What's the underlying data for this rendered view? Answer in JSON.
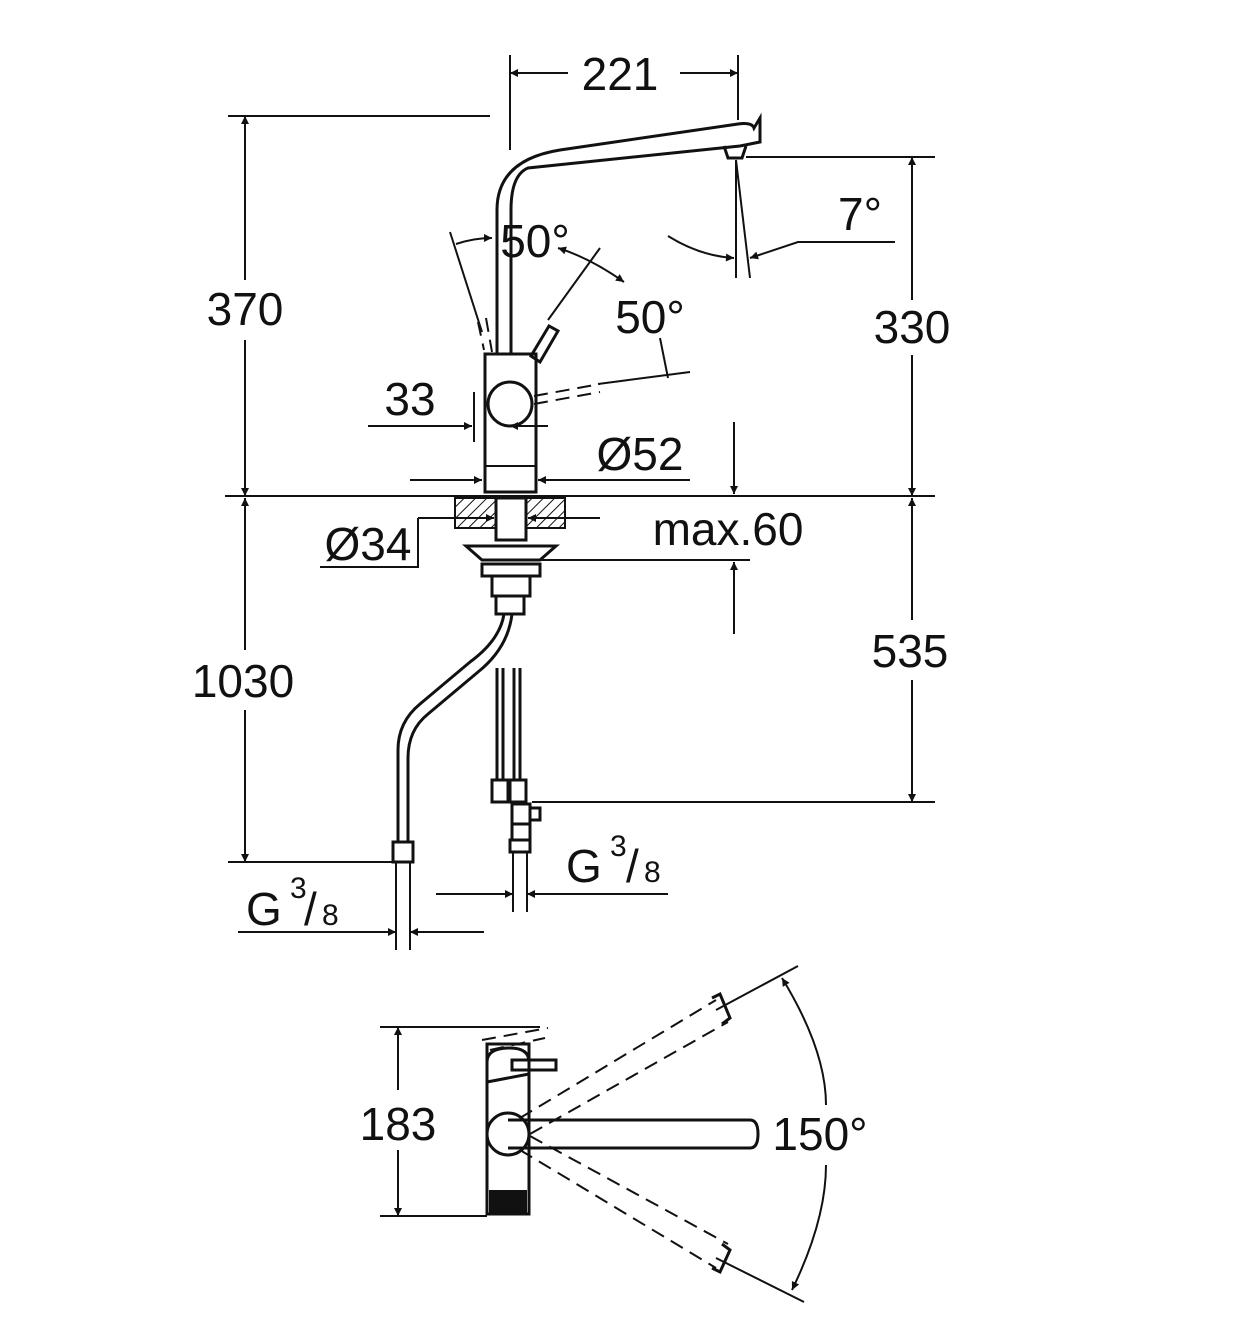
{
  "dimensions": {
    "spout_reach": "221",
    "total_height_above_deck": "370",
    "spout_height": "330",
    "spout_tilt_angle": "7°",
    "lever_angle_left": "50°",
    "lever_angle_right": "50°",
    "lever_offset": "33",
    "body_diameter": "Ø52",
    "shank_diameter": "Ø34",
    "max_deck_thickness": "max.60",
    "hose_length": "1030",
    "below_deck_length": "535",
    "thread_left_main": "G",
    "thread_left_num": "3",
    "thread_left_den": "8",
    "thread_right_main": "G",
    "thread_right_num": "3",
    "thread_right_den": "8",
    "plan_depth": "183",
    "swivel_angle": "150°"
  }
}
